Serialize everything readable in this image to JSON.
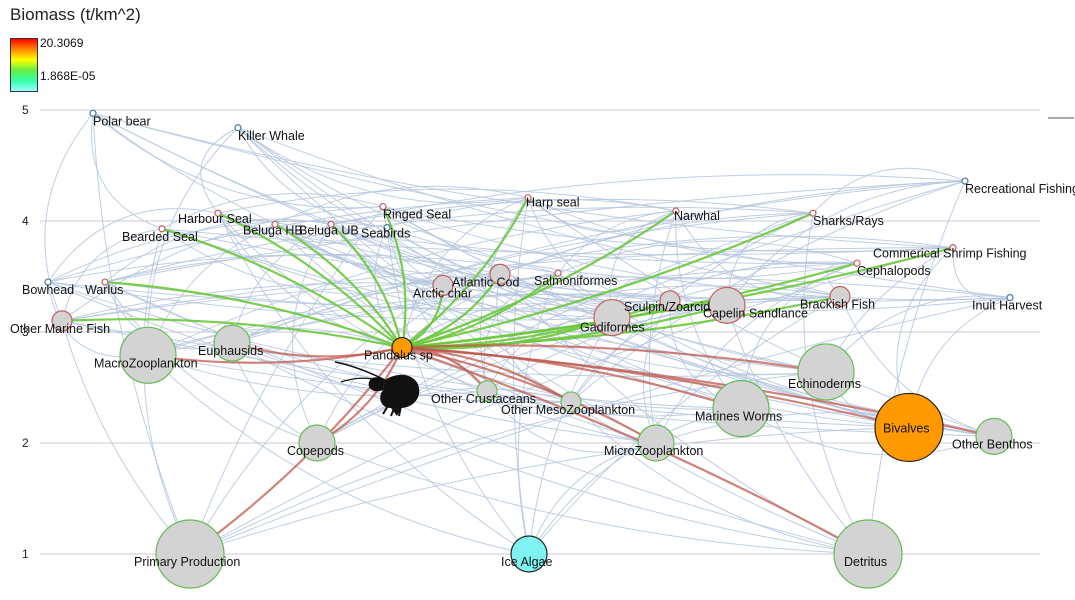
{
  "legend": {
    "title": "Biomass (t/km^2)",
    "max_label": "20.3069",
    "min_label": "1.868E-05"
  },
  "colors": {
    "grid": "#c9c9d6",
    "link_default": "#b4c6de",
    "link_prey": "#c05a4e",
    "link_pred": "#6cc83a",
    "node_fill": "#d3d3d3",
    "node_stroke_red": "#c06060",
    "node_stroke_green": "#66bb55",
    "selected_fill": "#ff9900",
    "ice_algae_fill": "#7ff2f2"
  },
  "chart_data": {
    "type": "food-web",
    "y_axis": {
      "label": "",
      "ticks": [
        "1",
        "2",
        "3",
        "4",
        "5"
      ],
      "range": [
        1,
        5
      ]
    },
    "x_axis": {
      "label": "",
      "shown": false
    },
    "selected_group": "Pandalus sp",
    "groups": [
      {
        "name": "Polar bear",
        "trophic_level": 4.97,
        "rel": "none",
        "size": "tiny",
        "label": "Polar bear"
      },
      {
        "name": "Killer Whale",
        "trophic_level": 4.84,
        "rel": "none",
        "size": "tiny",
        "label": "Killer Whale"
      },
      {
        "name": "Recreational Fishing",
        "trophic_level": 4.36,
        "rel": "none",
        "size": "tiny",
        "label": "Recreational Fishing"
      },
      {
        "name": "Harp seal",
        "trophic_level": 4.21,
        "rel": "predator",
        "size": "tiny",
        "label": "Harp seal"
      },
      {
        "name": "Ringed Seal",
        "trophic_level": 4.13,
        "rel": "predator",
        "size": "tiny",
        "label": "Ringed Seal"
      },
      {
        "name": "Narwhal",
        "trophic_level": 4.09,
        "rel": "predator",
        "size": "tiny",
        "label": "Narwhal"
      },
      {
        "name": "Sharks/Rays",
        "trophic_level": 4.07,
        "rel": "predator",
        "size": "tiny",
        "label": "Sharks/Rays"
      },
      {
        "name": "Harbour Seal",
        "trophic_level": 4.07,
        "rel": "predator",
        "size": "tiny",
        "label": "Harbour Seal"
      },
      {
        "name": "Bearded Seal",
        "trophic_level": 3.93,
        "rel": "predator",
        "size": "tiny",
        "label": "Bearded Seal"
      },
      {
        "name": "Beluga HB",
        "trophic_level": 3.97,
        "rel": "predator",
        "size": "tiny",
        "label": "Beluga HB"
      },
      {
        "name": "Beluga UB",
        "trophic_level": 3.97,
        "rel": "predator",
        "size": "tiny",
        "label": "Beluga UB"
      },
      {
        "name": "Seabirds",
        "trophic_level": 3.94,
        "rel": "none",
        "size": "tiny",
        "label": "Seabirds"
      },
      {
        "name": "Commerical Shrimp Fishing",
        "trophic_level": 3.76,
        "rel": "predator",
        "size": "tiny",
        "label": "Commerical Shrimp Fishing"
      },
      {
        "name": "Cephalopods",
        "trophic_level": 3.62,
        "rel": "predator",
        "size": "tiny",
        "label": "Cephalopods"
      },
      {
        "name": "Atlantic Cod",
        "trophic_level": 3.52,
        "rel": "predator",
        "size": "small",
        "label": "Atlantic Cod"
      },
      {
        "name": "Salmoniformes",
        "trophic_level": 3.53,
        "rel": "predator",
        "size": "tiny",
        "label": "Salmoniformes"
      },
      {
        "name": "Arctic char",
        "trophic_level": 3.42,
        "rel": "predator",
        "size": "small",
        "label": "Arctic char"
      },
      {
        "name": "Bowhead",
        "trophic_level": 3.45,
        "rel": "none",
        "size": "tiny",
        "label": "Bowhead"
      },
      {
        "name": "Warlus",
        "trophic_level": 3.45,
        "rel": "predator",
        "size": "tiny",
        "label": "Warlus"
      },
      {
        "name": "Brackish Fish",
        "trophic_level": 3.32,
        "rel": "predator",
        "size": "small",
        "label": "Brackish Fish"
      },
      {
        "name": "Inuit Harvest",
        "trophic_level": 3.31,
        "rel": "none",
        "size": "tiny",
        "label": "Inuit Harvest"
      },
      {
        "name": "Sculpin/Zoarcid",
        "trophic_level": 3.28,
        "rel": "predator",
        "size": "small",
        "label": "Sculpin/Zoarcid"
      },
      {
        "name": "Capelin Sandlance",
        "trophic_level": 3.24,
        "rel": "predator",
        "size": "medium",
        "label": "Capelin Sandlance"
      },
      {
        "name": "Gadiformes",
        "trophic_level": 3.13,
        "rel": "predator",
        "size": "medium",
        "label": "Gadiformes"
      },
      {
        "name": "Other Marine Fish",
        "trophic_level": 3.1,
        "rel": "predator",
        "size": "small",
        "label": "Other Marine Fish"
      },
      {
        "name": "Pandalus sp",
        "trophic_level": 2.86,
        "rel": "selected",
        "size": "small",
        "label": "Pandalus sp"
      },
      {
        "name": "Euphausids",
        "trophic_level": 2.9,
        "rel": "prey",
        "size": "medium",
        "label": "Euphausids"
      },
      {
        "name": "MacroZooplankton",
        "trophic_level": 2.79,
        "rel": "prey",
        "size": "large",
        "label": "MacroZooplankton"
      },
      {
        "name": "Echinoderms",
        "trophic_level": 2.64,
        "rel": "prey",
        "size": "large",
        "label": "Echinoderms"
      },
      {
        "name": "Other Crustaceans",
        "trophic_level": 2.47,
        "rel": "prey",
        "size": "small",
        "label": "Other Crustaceans"
      },
      {
        "name": "Other MesoZooplankton",
        "trophic_level": 2.37,
        "rel": "prey",
        "size": "small",
        "label": "Other MesoZooplankton"
      },
      {
        "name": "Marines Worms",
        "trophic_level": 2.31,
        "rel": "prey",
        "size": "large",
        "label": "Marines Worms"
      },
      {
        "name": "Bivalves",
        "trophic_level": 2.14,
        "rel": "prey",
        "size": "xlarge",
        "label": "Bivalves"
      },
      {
        "name": "Other Benthos",
        "trophic_level": 2.06,
        "rel": "prey",
        "size": "medium",
        "label": "Other Benthos"
      },
      {
        "name": "Copepods",
        "trophic_level": 2.0,
        "rel": "prey",
        "size": "medium",
        "label": "Copepods"
      },
      {
        "name": "MicroZooplankton",
        "trophic_level": 2.0,
        "rel": "prey",
        "size": "medium",
        "label": "MicroZooplankton"
      },
      {
        "name": "Primary Production",
        "trophic_level": 1.0,
        "rel": "prey",
        "size": "xlarge",
        "label": "Primary Production"
      },
      {
        "name": "Ice Algae",
        "trophic_level": 1.0,
        "rel": "none",
        "size": "medium",
        "label": "Ice Algae"
      },
      {
        "name": "Detritus",
        "trophic_level": 1.0,
        "rel": "prey",
        "size": "xlarge",
        "label": "Detritus"
      }
    ]
  }
}
